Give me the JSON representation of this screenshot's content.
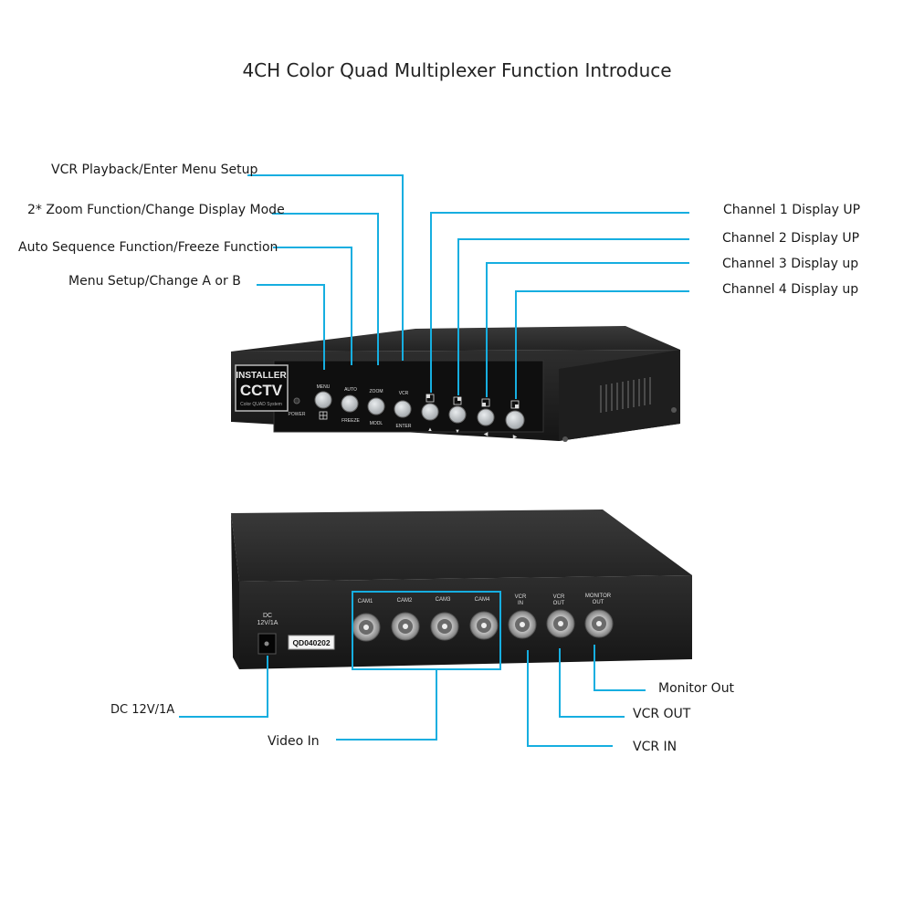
{
  "title": "4CH Color Quad Multiplexer Function Introduce",
  "colors": {
    "leader": "#16aee0",
    "device_dark": "#1c1c1c",
    "panel": "#111111",
    "button": "#bfc3c6"
  },
  "front_labels": {
    "vcr_playback": "VCR Playback/Enter Menu Setup",
    "zoom": "2* Zoom Function/Change Display Mode",
    "auto_seq": "Auto Sequence Function/Freeze Function",
    "menu_setup": "Menu Setup/Change A or B",
    "ch1": "Channel 1 Display UP",
    "ch2": "Channel 2 Display UP",
    "ch3": "Channel 3 Display up",
    "ch4": "Channel 4 Display up"
  },
  "rear_labels": {
    "dc": "DC 12V/1A",
    "video_in": "Video In",
    "monitor_out": "Monitor Out",
    "vcr_out": "VCR OUT",
    "vcr_in": "VCR IN"
  },
  "front_panel": {
    "brand_top": "INSTALLER",
    "brand_main": "CCTV",
    "brand_sub": "Color QUAD System",
    "power": "POWER",
    "btn_top": [
      "MENU",
      "AUTO",
      "ZOOM",
      "VCR"
    ],
    "btn_bottom": [
      "",
      "FREEZE",
      "MODL",
      "ENTER"
    ],
    "arrows": [
      "▲",
      "▼",
      "◀",
      "▶"
    ]
  },
  "rear_panel": {
    "dc_label_1": "DC",
    "dc_label_2": "12V/1A",
    "model": "QD040202",
    "cam_labels": [
      "CAM1",
      "CAM2",
      "CAM3",
      "CAM4"
    ],
    "vcr_in_1": "VCR",
    "vcr_in_2": "IN",
    "vcr_out_1": "VCR",
    "vcr_out_2": "OUT",
    "mon_out_1": "MONITOR",
    "mon_out_2": "OUT"
  }
}
